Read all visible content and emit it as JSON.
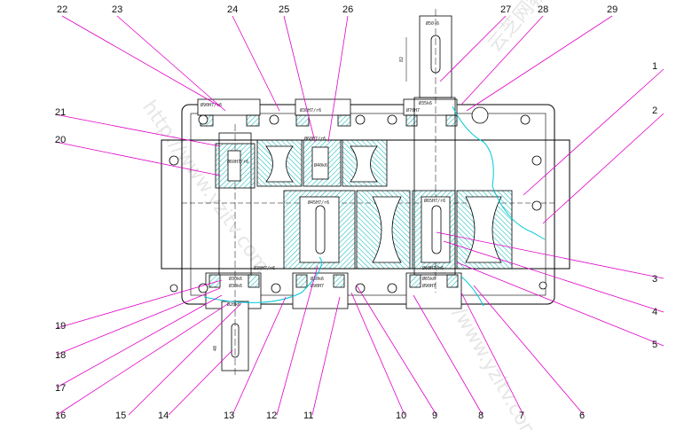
{
  "callouts": {
    "top": [
      "22",
      "23",
      "24",
      "25",
      "26",
      "27",
      "28",
      "29"
    ],
    "right": [
      "1",
      "2",
      "3",
      "4",
      "5"
    ],
    "left": [
      "21",
      "20",
      "19",
      "18",
      "17",
      "16"
    ],
    "bottom": [
      "15",
      "14",
      "13",
      "12",
      "11",
      "10",
      "9",
      "8",
      "7",
      "6"
    ]
  },
  "dimensions": {
    "output_key": "Ø50-6",
    "output_len": "82",
    "bore_top_left": "Ø90H7/r6",
    "bore_top_mid": "Ø30H7/r6",
    "bore_top_right": "Ø70H7",
    "upper_gear_1": "Ø60H7/r6",
    "upper_gear_2": "Ø60H7/r6",
    "upper_seat_1": "Ø40k6",
    "upper_seat_2": "Ø35k6",
    "lower_gear_1": "Ø45H7/r6",
    "lower_gear_2": "Ø65H7/r6",
    "bottom_left_1": "Ø30H7/n6",
    "bottom_left_2": "Ø30k6",
    "bottom_left_3": "Ø30k6",
    "bottom_mid_1": "Ø30k6",
    "bottom_mid_2": "Ø90H7",
    "bottom_right_1": "Ø60H7/h6",
    "bottom_right_2": "Ø65k6",
    "bottom_right_3": "Ø90H7",
    "input_key": "Ø20k6",
    "input_len": "40"
  },
  "watermark": {
    "text_1": "http://www.yzitv.com",
    "text_2": "云芝网教育",
    "text_3": "http://www.yzitv.com"
  }
}
